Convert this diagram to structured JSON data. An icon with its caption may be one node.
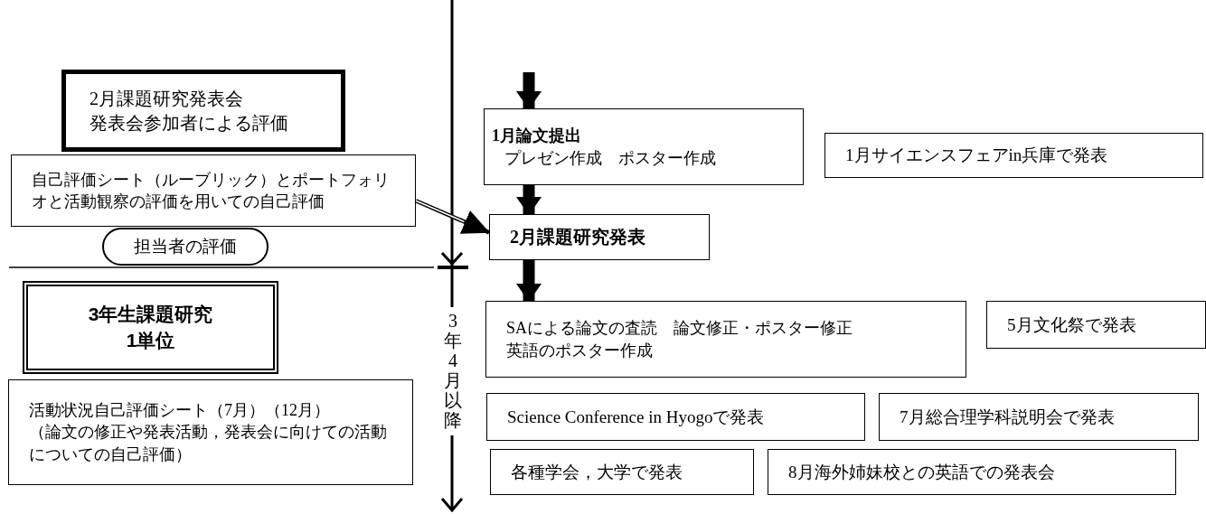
{
  "diagram": {
    "nodes": [
      {
        "text": [
          "2月課題研究発表会",
          "発表会参加者による評価"
        ]
      },
      {
        "text": [
          "自己評価シート（ルーブリック）とポートフォリオと活動観察の評価を用いての自己評価"
        ]
      },
      {
        "text": [
          "担当者の評価"
        ]
      },
      {
        "text": [
          "1月論文提出",
          "プレゼン作成　ポスター作成"
        ]
      },
      {
        "text": [
          "1月サイエンスフェアin兵庫で発表"
        ]
      },
      {
        "text": [
          "2月課題研究発表"
        ]
      },
      {
        "text": [
          "3年生課題研究",
          "1単位"
        ]
      },
      {
        "text": [
          "活動状況自己評価シート（7月）（12月）",
          "（論文の修正や発表活動，発表会に向けての活動についての自己評価）"
        ]
      },
      {
        "text": [
          "SAによる論文の査読　論文修正・ポスター修正",
          "英語のポスター作成"
        ]
      },
      {
        "text": [
          "5月文化祭で発表"
        ]
      },
      {
        "text": [
          "Science Conference in Hyogoで発表"
        ]
      },
      {
        "text": [
          "7月総合理学科説明会で発表"
        ]
      },
      {
        "text": [
          "各種学会，大学で発表"
        ]
      },
      {
        "text": [
          "8月海外姉妹校との英語での発表会"
        ]
      }
    ],
    "edges": [
      {
        "from": null,
        "to": 3,
        "arrow": "to"
      },
      {
        "from": 3,
        "to": 5,
        "arrow": "to"
      },
      {
        "from": 5,
        "to": 8,
        "arrow": "to"
      },
      {
        "from": 1,
        "to": 5,
        "arrow": "to"
      }
    ],
    "labels": [
      "3年4月以降"
    ]
  }
}
